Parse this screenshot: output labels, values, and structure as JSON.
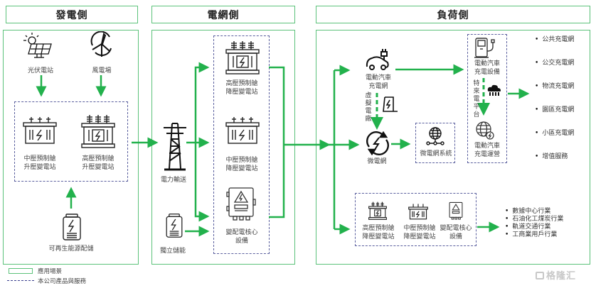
{
  "headers": {
    "generation": "發電側",
    "grid": "電網側",
    "load": "負荷側"
  },
  "generation": {
    "solar": "光伏電站",
    "wind": "風電場",
    "mv_step_up": [
      "中壓預制艙",
      "升壓變電站"
    ],
    "hv_step_up": [
      "高壓預制艙",
      "升壓變電站"
    ],
    "storage": "可再生能源配儲"
  },
  "grid": {
    "transmission": "電力輸送",
    "independent_storage": "獨立儲能",
    "hv_step_down": [
      "高壓預制艙",
      "降壓變電站"
    ],
    "mv_step_down": [
      "中壓預制艙",
      "降壓變電站"
    ],
    "core_equipment": [
      "變配電核心",
      "設備"
    ]
  },
  "load": {
    "ev_network": [
      "電動汽車",
      "充電網"
    ],
    "virtual_plant": "虛擬電廠",
    "microgrid": "微電網",
    "microgrid_system": "微電網系統",
    "ev_equipment": [
      "電動汽車",
      "充電設備"
    ],
    "telaidian_platform": "特來電平台",
    "ev_operation": [
      "電動汽車",
      "充電運營"
    ],
    "charging_scenarios": [
      "公共充電網",
      "公交充電網",
      "物流充電網",
      "園區充電網",
      "小區充電網",
      "增值服務"
    ],
    "bottom_products": [
      [
        "高壓預制艙",
        "降壓變電站"
      ],
      [
        "中壓預制艙",
        "降壓變電站"
      ],
      [
        "變配電核心",
        "設備"
      ]
    ],
    "industries": [
      "數據中心行業",
      "石油化工煤炭行業",
      "軌道交通行業",
      "工商業用戶行業"
    ]
  },
  "legend": {
    "application_scenario": "應用場景",
    "company_products": "本公司產品與服務"
  },
  "watermark": "格隆汇",
  "colors": {
    "accent_green": "#22b14c",
    "panel_border": "#5cc27a",
    "dash_border": "#5a5f9e"
  }
}
